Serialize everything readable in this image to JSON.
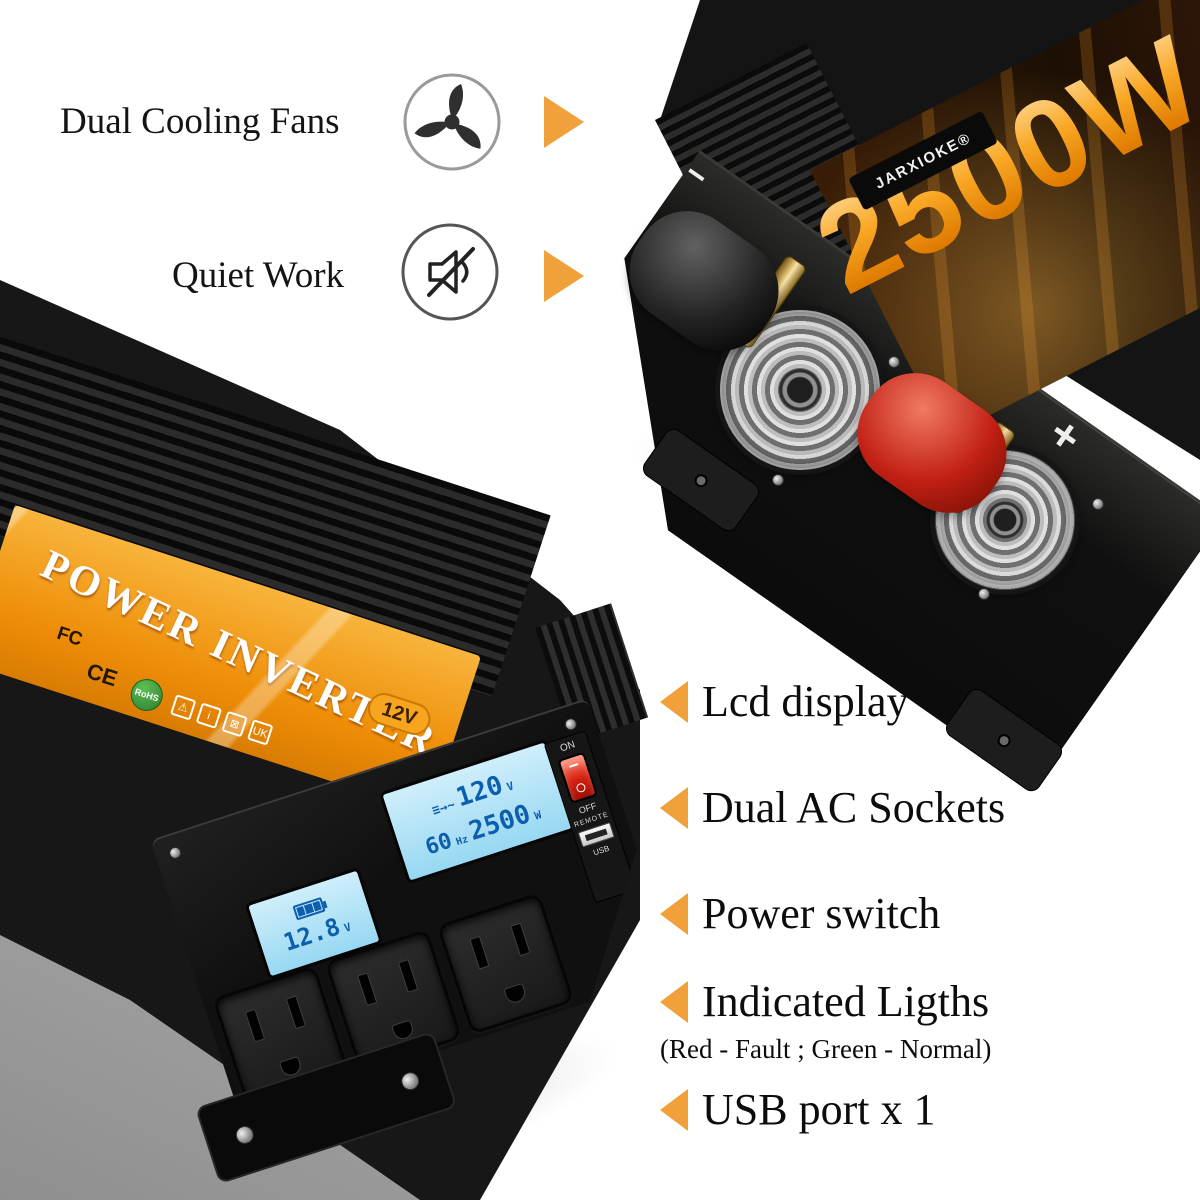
{
  "callouts": {
    "fans": {
      "label": "Dual Cooling Fans"
    },
    "quiet": {
      "label": "Quiet Work"
    }
  },
  "rear_unit": {
    "brand": "JARXIOKE®",
    "power_rating": "2500W",
    "negative_sign": "−",
    "positive_sign": "+"
  },
  "front_unit": {
    "label": {
      "title": "POWER INVERTER",
      "voltage_badge": "12V",
      "cert_fc": "FC",
      "cert_ce": "CE",
      "cert_rohs": "RoHS",
      "mini_icons": [
        "⚠",
        "i",
        "⊠",
        "UK"
      ]
    },
    "lcd": {
      "battery_value": "12.8",
      "battery_unit": "V",
      "mode_icons": "≡→~",
      "output_voltage": "120",
      "voltage_unit": "V",
      "frequency": "60",
      "frequency_unit": "Hz",
      "power": "2500",
      "power_unit": "W"
    },
    "controls": {
      "on": "ON",
      "off": "OFF",
      "remote": "REMOTE",
      "usb": "USB"
    }
  },
  "features": [
    {
      "label": "Lcd display"
    },
    {
      "label": "Dual AC Sockets"
    },
    {
      "label": "Power switch"
    },
    {
      "label": "Indicated Ligths",
      "note": "(Red - Fault ; Green - Normal)"
    },
    {
      "label": "USB port x 1"
    }
  ],
  "colors": {
    "accent_orange": "#F0A13B",
    "label_orange": "#EF9415",
    "lcd_blue": "#A9DFF4",
    "lcd_text": "#0D5FAE"
  }
}
